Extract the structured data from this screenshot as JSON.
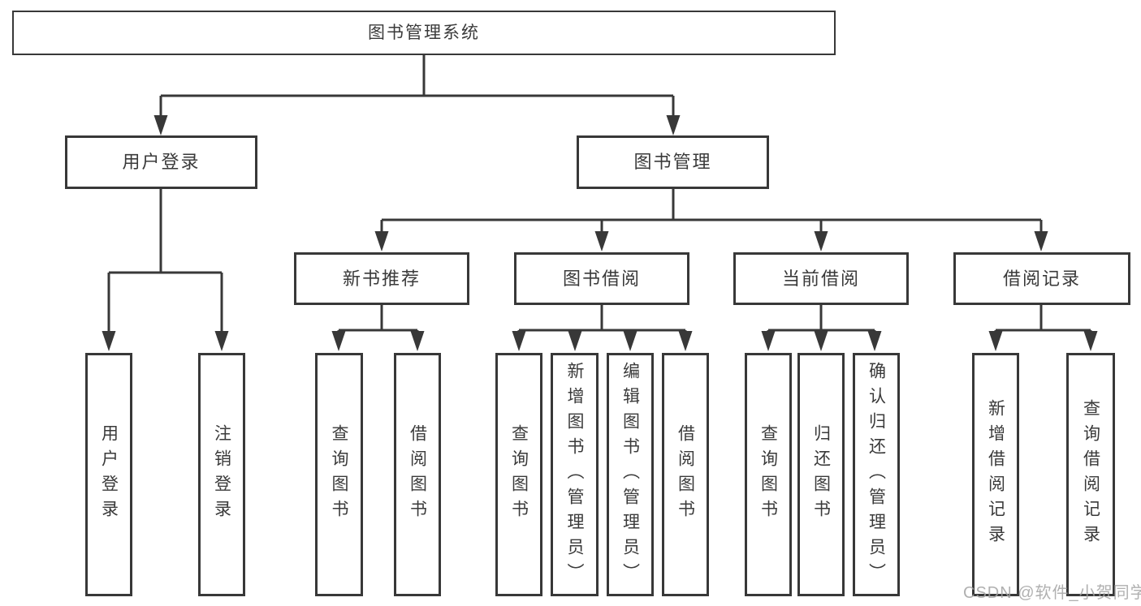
{
  "diagram": {
    "type": "hierarchy-tree",
    "root": {
      "label": "图书管理系统"
    },
    "branches": [
      {
        "label": "用户登录",
        "children": [
          {
            "label": "用户登录"
          },
          {
            "label": "注销登录"
          }
        ]
      },
      {
        "label": "图书管理",
        "children": [
          {
            "label": "新书推荐",
            "children": [
              {
                "label": "查询图书"
              },
              {
                "label": "借阅图书"
              }
            ]
          },
          {
            "label": "图书借阅",
            "children": [
              {
                "label": "查询图书"
              },
              {
                "label": "新增图书（管理员）"
              },
              {
                "label": "编辑图书（管理员）"
              },
              {
                "label": "借阅图书"
              }
            ]
          },
          {
            "label": "当前借阅",
            "children": [
              {
                "label": "查询图书"
              },
              {
                "label": "归还图书"
              },
              {
                "label": "确认归还（管理员）"
              }
            ]
          },
          {
            "label": "借阅记录",
            "children": [
              {
                "label": "新增借阅记录"
              },
              {
                "label": "查询借阅记录"
              }
            ]
          }
        ]
      }
    ],
    "watermark": "CSDN @软件_小贺同学",
    "colors": {
      "line": "#383838",
      "box_border": "#383838",
      "text": "#3a3a3a",
      "watermark": "#a3a3a3",
      "background": "#ffffff"
    }
  }
}
